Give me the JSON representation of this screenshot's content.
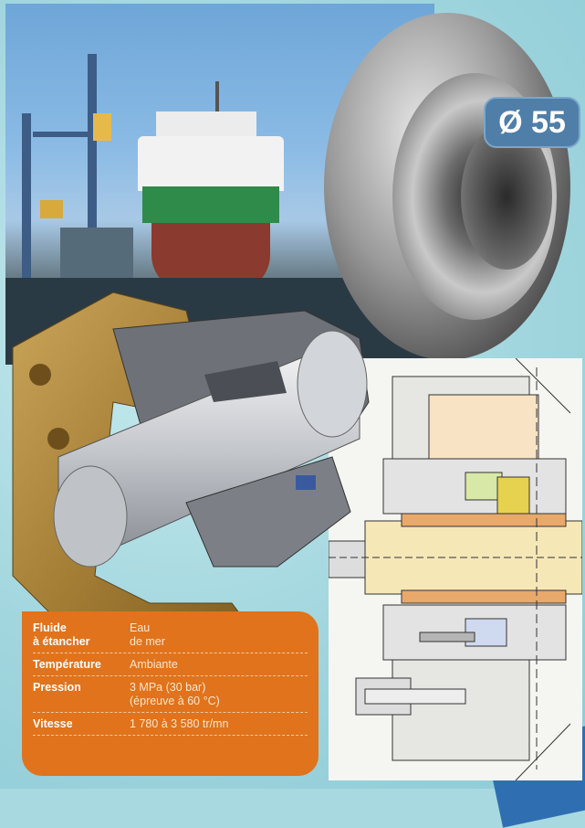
{
  "badge": {
    "text": "Ø 55"
  },
  "specs": [
    {
      "label_1": "Fluide",
      "label_2": "à étancher",
      "value_1": "Eau",
      "value_2": "de mer"
    },
    {
      "label_1": "Température",
      "label_2": "",
      "value_1": "Ambiante",
      "value_2": ""
    },
    {
      "label_1": "Pression",
      "label_2": "",
      "value_1": "3 MPa (30 bar)",
      "value_2": "(épreuve à 60 °C)"
    },
    {
      "label_1": "Vitesse",
      "label_2": "",
      "value_1": "1 780 à 3 580 tr/mn",
      "value_2": ""
    }
  ],
  "colors": {
    "table_bg": "#e0731c",
    "badge_bg": "#4f7ea8",
    "background": "#a9d9e0"
  }
}
